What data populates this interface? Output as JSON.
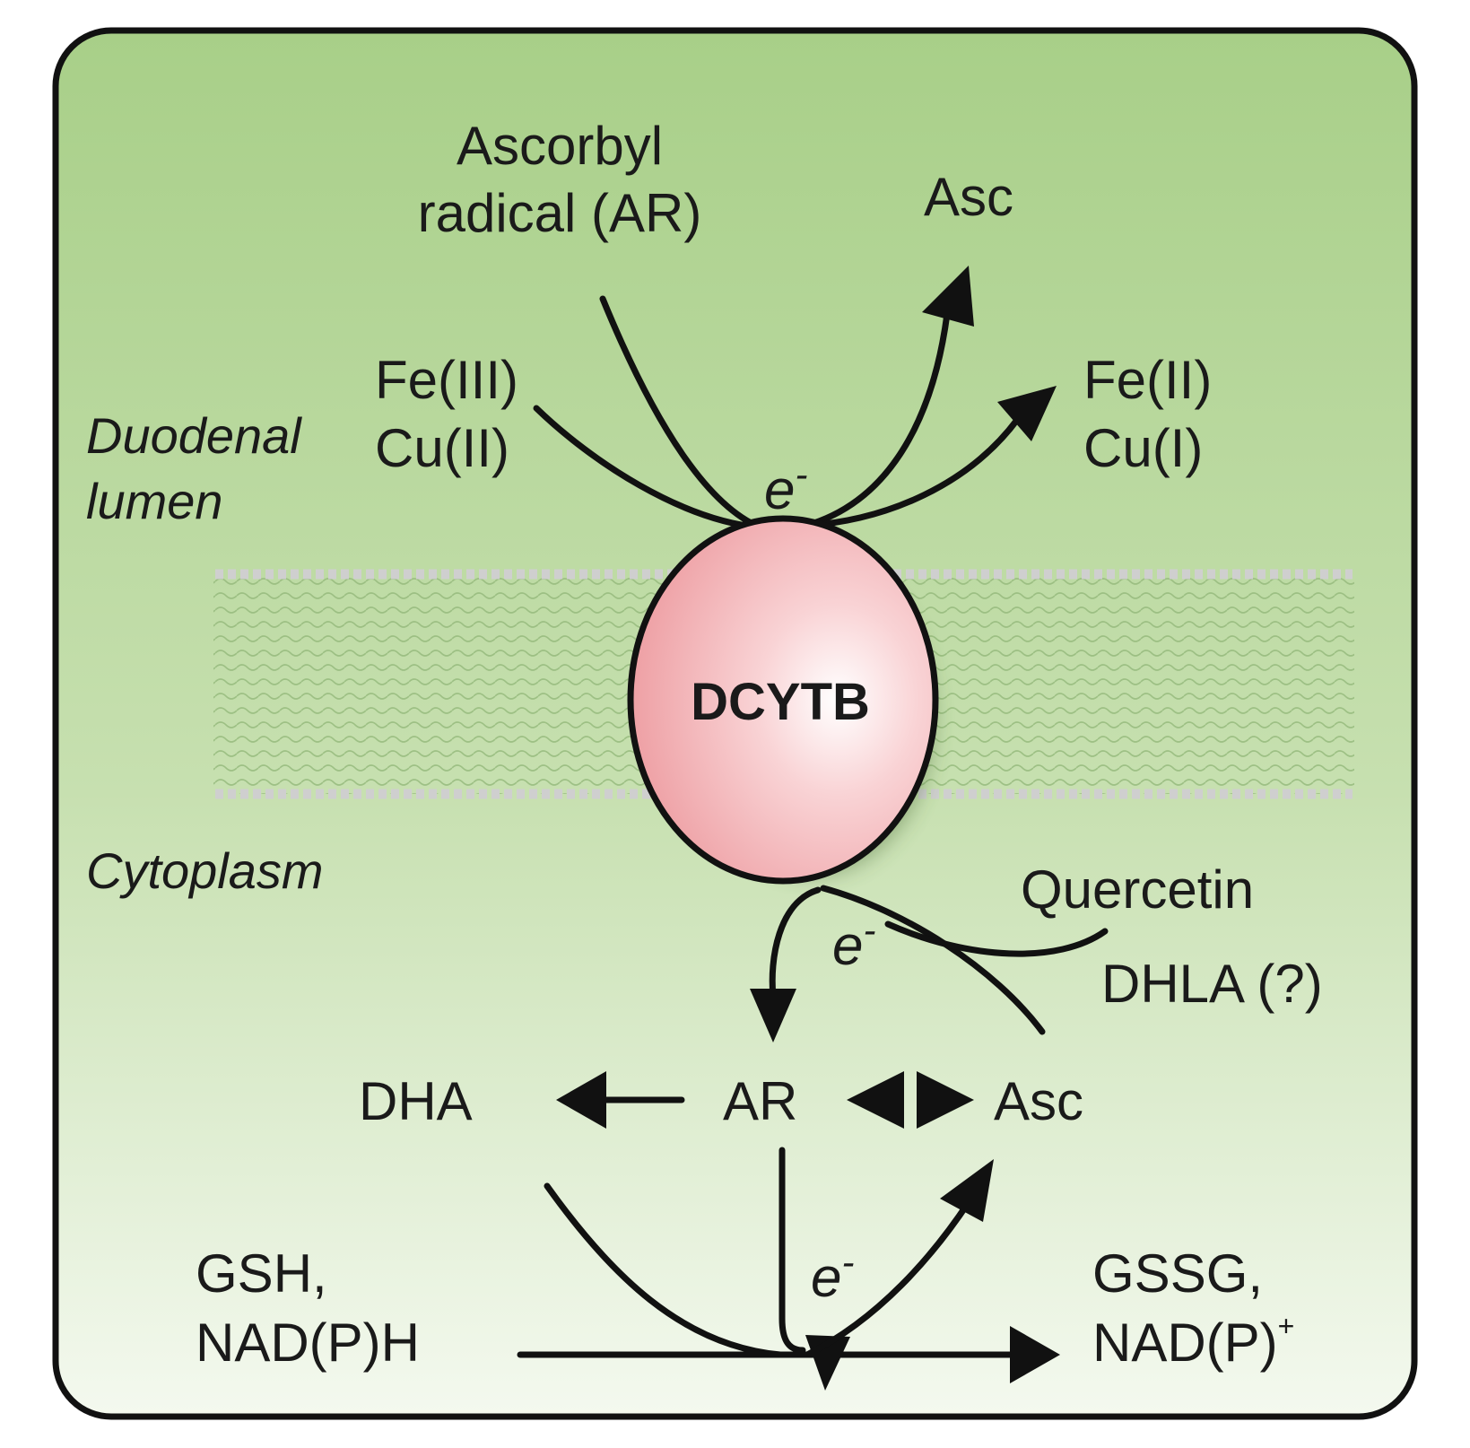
{
  "regions": {
    "lumen_line1": "Duodenal",
    "lumen_line2": "lumen",
    "cytoplasm": "Cytoplasm"
  },
  "protein": {
    "label": "DCYTB"
  },
  "lumen_side": {
    "ascorbyl_line1": "Ascorbyl",
    "ascorbyl_line2": "radical (AR)",
    "asc": "Asc",
    "fe3": "Fe(III)",
    "cu2": "Cu(II)",
    "fe2": "Fe(II)",
    "cu1": "Cu(I)",
    "electron": "e",
    "electron_sup": "-"
  },
  "cytoplasm_side": {
    "quercetin": "Quercetin",
    "dhla": "DHLA (?)",
    "electron": "e",
    "electron_sup": "-",
    "dha": "DHA",
    "ar": "AR",
    "asc": "Asc",
    "gsh": "GSH,",
    "nadph": "NAD(P)H",
    "gssg": "GSSG,",
    "nadp": "NAD(P)",
    "nadp_sup": "+",
    "electron2": "e",
    "electron2_sup": "-"
  },
  "colors": {
    "background_top": "#a8cf88",
    "background_bottom": "#f4f9ef",
    "protein_fill": "#f2a6aa",
    "membrane": "#9fbf88",
    "stroke": "#111111"
  }
}
